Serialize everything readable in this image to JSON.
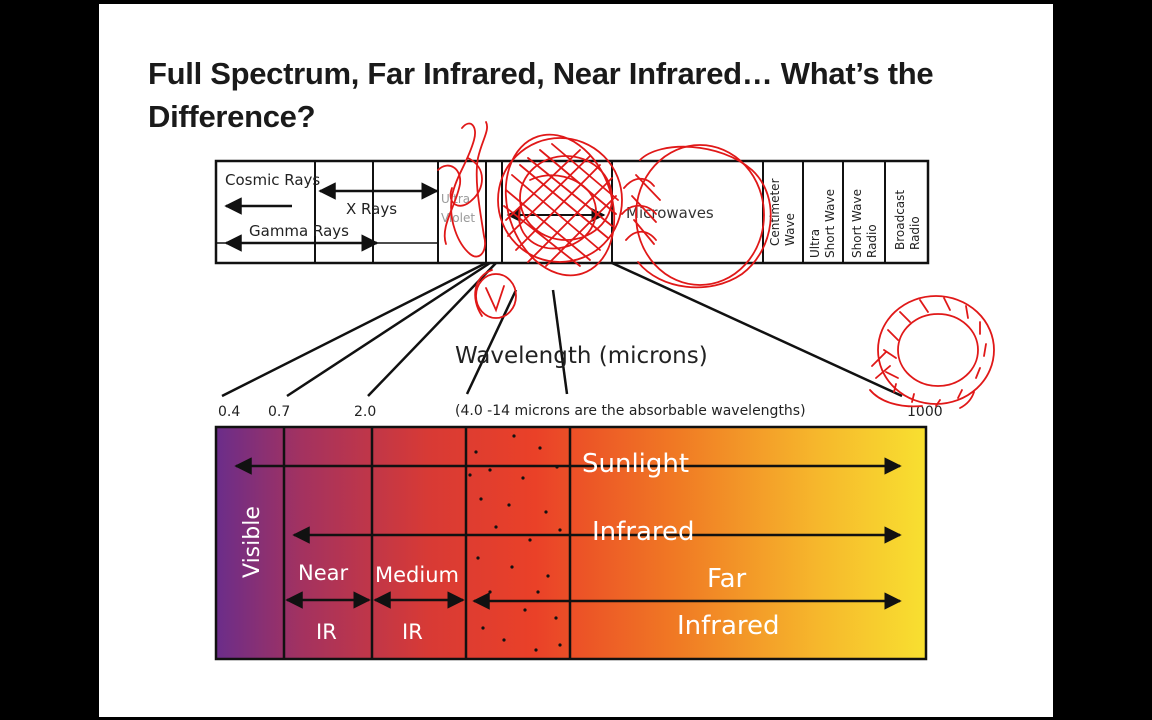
{
  "slide": {
    "title_line1": "Full Spectrum, Far Infrared, Near Infrared… What’s the",
    "title_line2": "Difference?"
  },
  "spectrum_bar": {
    "cosmic_rays": "Cosmic Rays",
    "x_rays": "X Rays",
    "gamma_rays": "Gamma Rays",
    "ultra_violet_1": "Ultra",
    "ultra_violet_2": "Violet",
    "microwaves": "Microwaves",
    "centimeter_1": "Centimeter",
    "centimeter_2": "Wave",
    "ultra_short_1": "Ultra",
    "ultra_short_2": "Short Wave",
    "short_wave_1": "Short Wave",
    "short_wave_2": "Radio",
    "broadcast_1": "Broadcast",
    "broadcast_2": "Radio"
  },
  "wavelength": {
    "title": "Wavelength (microns)",
    "tick_0_4": "0.4",
    "tick_0_7": "0.7",
    "tick_2_0": "2.0",
    "tick_1000": "1000",
    "absorbable_note": "(4.0 -14 microns are the absorbable wavelengths)"
  },
  "detail_bar": {
    "visible": "Visible",
    "sunlight": "Sunlight",
    "infrared": "Infrared",
    "near": "Near",
    "near_ir": "IR",
    "medium": "Medium",
    "medium_ir": "IR",
    "far": "Far",
    "far_infrared": "Infrared"
  },
  "colors": {
    "slide_background": "#ffffff",
    "page_background": "#000000",
    "annotation_red": "#e01818",
    "gradient_purple": "#6b2d8a",
    "gradient_red": "#e03a2a",
    "gradient_orange": "#f08a22",
    "gradient_yellow": "#f8e030"
  }
}
